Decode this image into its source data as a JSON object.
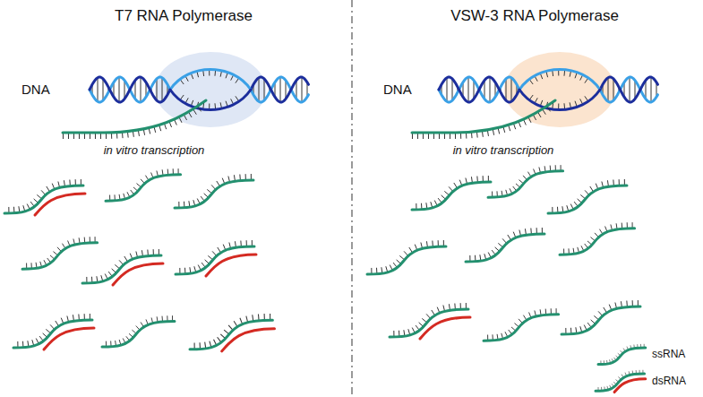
{
  "diagram": {
    "labels": [
      "T7 RNA Polymerase",
      "DNA",
      "in vitro transcription",
      "VSW-3 RNA Polymerase",
      "DNA",
      "in vitro transcription"
    ],
    "legend": [
      {
        "text": "ssRNA"
      },
      {
        "text": "dsRNA"
      }
    ]
  }
}
